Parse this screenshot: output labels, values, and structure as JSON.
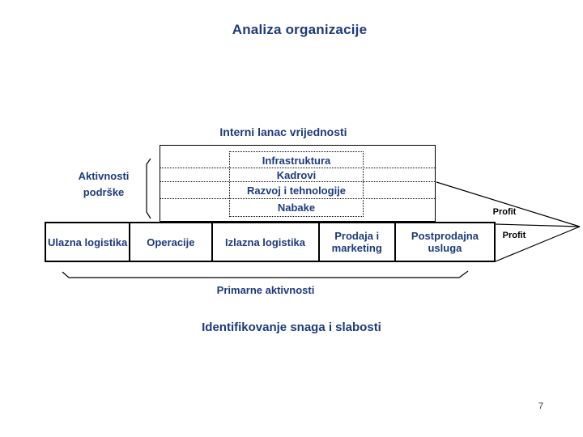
{
  "slide": {
    "title": "Analiza organizacije",
    "subtitle": "Interni lanac vrijednosti",
    "bottom_title": "Identifikovanje snaga i slabosti",
    "page_number": "7",
    "colors": {
      "heading_navy": "#1D3A7C",
      "diagram_text_navy": "#1D3A7C",
      "profit_text": "#000000",
      "line_black": "#000000",
      "background": "#ffffff"
    }
  },
  "value_chain": {
    "support_label_line1": "Aktivnosti",
    "support_label_line2": "podrške",
    "support_rows": [
      "Infrastruktura",
      "Kadrovi",
      "Razvoj i tehnologije",
      "Nabake"
    ],
    "primary_cells": [
      "Ulazna logistika",
      "Operacije",
      "Izlazna logistika",
      "Prodaja i marketing",
      "Postprodajna usluga"
    ],
    "primary_label": "Primarne aktivnosti",
    "profit_label_upper": "Profit",
    "profit_label_lower": "Profit"
  }
}
